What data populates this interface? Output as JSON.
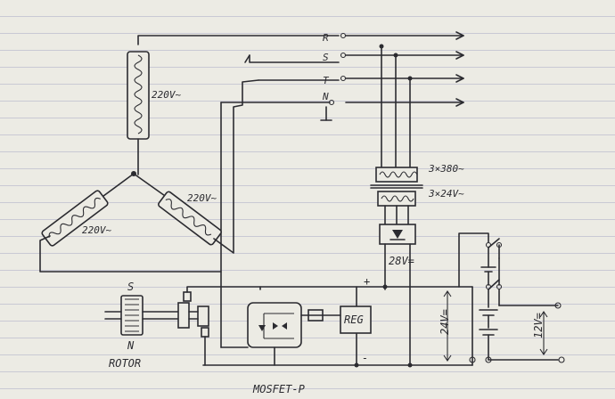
{
  "diagram": {
    "phase_labels": {
      "r": "R",
      "s": "S",
      "t": "T",
      "n": "N"
    },
    "coil_labels": {
      "top": "220V~",
      "left": "220V~",
      "right": "220V~"
    },
    "transformer_labels": {
      "primary": "3×380~",
      "secondary": "3×24V~"
    },
    "dc_labels": {
      "rectified": "28V=",
      "battery": "24V=",
      "output": "12V="
    },
    "regulator_label": "REG",
    "rotor_labels": {
      "north": "N",
      "south": "S",
      "rotor": "ROTOR"
    },
    "mosfet_label": "MOSFET-P",
    "polarity": {
      "plus": "+",
      "minus": "-"
    }
  }
}
